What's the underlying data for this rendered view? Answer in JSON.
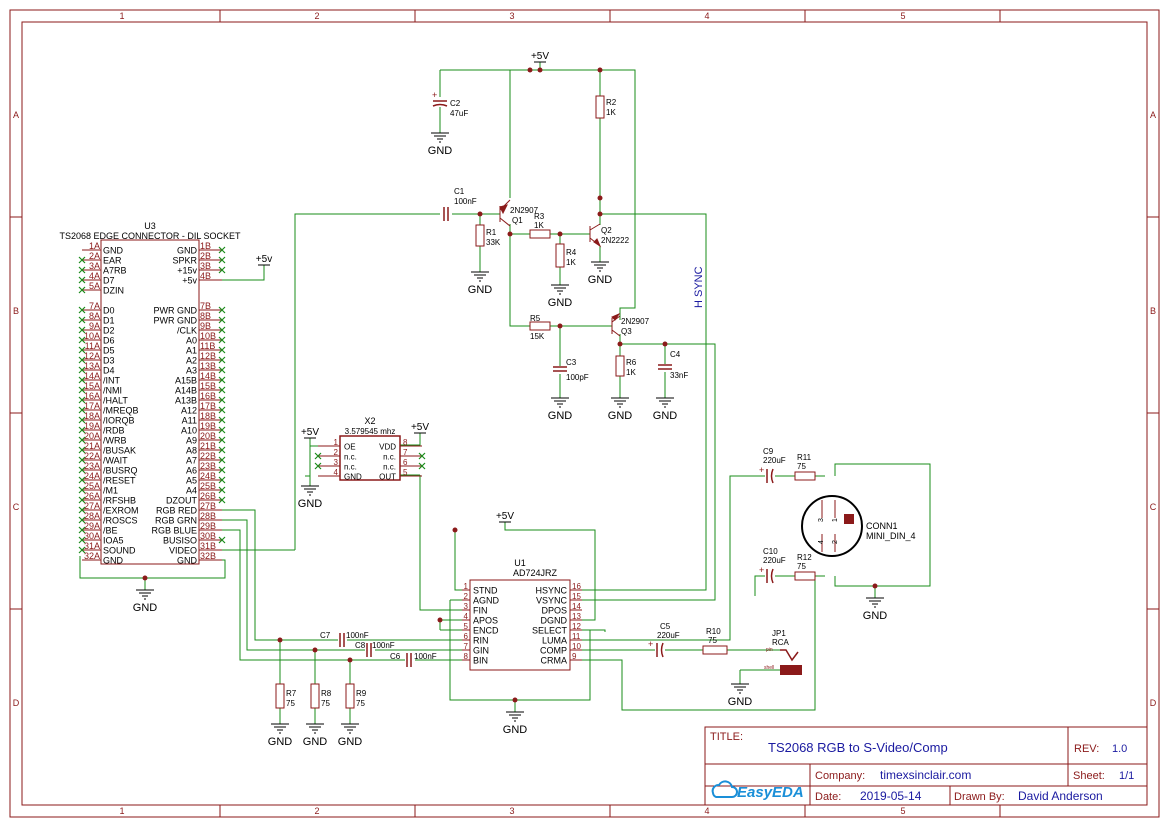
{
  "frame": {
    "col_labels": [
      "1",
      "2",
      "3",
      "4",
      "5"
    ],
    "row_labels": [
      "A",
      "B",
      "C",
      "D"
    ]
  },
  "title_block": {
    "title_caption": "TITLE:",
    "title": "TS2068 RGB to S-Video/Comp",
    "rev_caption": "REV:",
    "rev": "1.0",
    "company_caption": "Company:",
    "company": "timexsinclair.com",
    "sheet_caption": "Sheet:",
    "sheet": "1/1",
    "date_caption": "Date:",
    "date": "2019-05-14",
    "drawn_caption": "Drawn By:",
    "drawn": "David Anderson",
    "logo": "EasyEDA"
  },
  "connector": {
    "ref": "U3",
    "name": "TS2068 EDGE CONNECTOR - DIL SOCKET",
    "left_pins": [
      {
        "num": "1A",
        "name": "GND"
      },
      {
        "num": "2A",
        "name": "EAR"
      },
      {
        "num": "3A",
        "name": "A7RB"
      },
      {
        "num": "4A",
        "name": "D7"
      },
      {
        "num": "5A",
        "name": "DZIN"
      },
      {
        "num": "7A",
        "name": "D0"
      },
      {
        "num": "8A",
        "name": "D1"
      },
      {
        "num": "9A",
        "name": "D2"
      },
      {
        "num": "10A",
        "name": "D6"
      },
      {
        "num": "11A",
        "name": "D5"
      },
      {
        "num": "12A",
        "name": "D3"
      },
      {
        "num": "13A",
        "name": "D4"
      },
      {
        "num": "14A",
        "name": "/INT"
      },
      {
        "num": "15A",
        "name": "/NMI"
      },
      {
        "num": "16A",
        "name": "/HALT"
      },
      {
        "num": "17A",
        "name": "/MREQB"
      },
      {
        "num": "18A",
        "name": "/IORQB"
      },
      {
        "num": "19A",
        "name": "/RDB"
      },
      {
        "num": "20A",
        "name": "/WRB"
      },
      {
        "num": "21A",
        "name": "/BUSAK"
      },
      {
        "num": "22A",
        "name": "/WAIT"
      },
      {
        "num": "23A",
        "name": "/BUSRQ"
      },
      {
        "num": "24A",
        "name": "/RESET"
      },
      {
        "num": "25A",
        "name": "/M1"
      },
      {
        "num": "26A",
        "name": "/RFSHB"
      },
      {
        "num": "27A",
        "name": "/EXROM"
      },
      {
        "num": "28A",
        "name": "/ROSCS"
      },
      {
        "num": "29A",
        "name": "/BE"
      },
      {
        "num": "30A",
        "name": "IOA5"
      },
      {
        "num": "31A",
        "name": "SOUND"
      },
      {
        "num": "32A",
        "name": "GND"
      }
    ],
    "right_pins": [
      {
        "num": "1B",
        "name": "GND"
      },
      {
        "num": "2B",
        "name": "SPKR"
      },
      {
        "num": "3B",
        "name": "+15v"
      },
      {
        "num": "4B",
        "name": "+5v"
      },
      {
        "num": "7B",
        "name": "PWR GND"
      },
      {
        "num": "8B",
        "name": "PWR GND"
      },
      {
        "num": "9B",
        "name": "/CLK"
      },
      {
        "num": "10B",
        "name": "A0"
      },
      {
        "num": "11B",
        "name": "A1"
      },
      {
        "num": "12B",
        "name": "A2"
      },
      {
        "num": "13B",
        "name": "A3"
      },
      {
        "num": "14B",
        "name": "A15B"
      },
      {
        "num": "15B",
        "name": "A14B"
      },
      {
        "num": "16B",
        "name": "A13B"
      },
      {
        "num": "17B",
        "name": "A12"
      },
      {
        "num": "18B",
        "name": "A11"
      },
      {
        "num": "19B",
        "name": "A10"
      },
      {
        "num": "20B",
        "name": "A9"
      },
      {
        "num": "21B",
        "name": "A8"
      },
      {
        "num": "22B",
        "name": "A7"
      },
      {
        "num": "23B",
        "name": "A6"
      },
      {
        "num": "24B",
        "name": "A5"
      },
      {
        "num": "25B",
        "name": "A4"
      },
      {
        "num": "26B",
        "name": "DZOUT"
      },
      {
        "num": "27B",
        "name": "RGB RED"
      },
      {
        "num": "28B",
        "name": "RGB GRN"
      },
      {
        "num": "29B",
        "name": "RGB BLUE"
      },
      {
        "num": "30B",
        "name": "BUSISO"
      },
      {
        "num": "31B",
        "name": "VIDEO"
      },
      {
        "num": "32B",
        "name": "GND"
      }
    ]
  },
  "encoder": {
    "ref": "U1",
    "name": "AD724JRZ",
    "left_pins": [
      {
        "num": "1",
        "name": "STND"
      },
      {
        "num": "2",
        "name": "AGND"
      },
      {
        "num": "3",
        "name": "FIN"
      },
      {
        "num": "4",
        "name": "APOS"
      },
      {
        "num": "5",
        "name": "ENCD"
      },
      {
        "num": "6",
        "name": "RIN"
      },
      {
        "num": "7",
        "name": "GIN"
      },
      {
        "num": "8",
        "name": "BIN"
      }
    ],
    "right_pins": [
      {
        "num": "16",
        "name": "HSYNC"
      },
      {
        "num": "15",
        "name": "VSYNC"
      },
      {
        "num": "14",
        "name": "DPOS"
      },
      {
        "num": "13",
        "name": "DGND"
      },
      {
        "num": "12",
        "name": "SELECT"
      },
      {
        "num": "11",
        "name": "LUMA"
      },
      {
        "num": "10",
        "name": "COMP"
      },
      {
        "num": "9",
        "name": "CRMA"
      }
    ]
  },
  "oscillator": {
    "ref": "X2",
    "value": "3.579545 mhz",
    "left_pins": [
      {
        "num": "1",
        "name": "OE"
      },
      {
        "num": "2",
        "name": "n.c."
      },
      {
        "num": "3",
        "name": "n.c."
      },
      {
        "num": "4",
        "name": "GND"
      }
    ],
    "right_pins": [
      {
        "num": "8",
        "name": "VDD"
      },
      {
        "num": "7",
        "name": "n.c."
      },
      {
        "num": "6",
        "name": "n.c."
      },
      {
        "num": "5",
        "name": "OUT"
      }
    ]
  },
  "mini_din": {
    "ref": "CONN1",
    "value": "MINI_DIN_4",
    "pins": [
      "3",
      "1",
      "4",
      "2"
    ]
  },
  "rca": {
    "ref": "JP1",
    "value": "RCA",
    "pin_label": "pin",
    "shell_label": "shell"
  },
  "transistors": {
    "q1": {
      "ref": "Q1",
      "type": "2N2907"
    },
    "q2": {
      "ref": "Q2",
      "type": "2N2222"
    },
    "q3": {
      "ref": "Q3",
      "type": "2N2907"
    }
  },
  "resistors": {
    "r1": {
      "ref": "R1",
      "value": "33K"
    },
    "r2": {
      "ref": "R2",
      "value": "1K"
    },
    "r3": {
      "ref": "R3",
      "value": "1K"
    },
    "r4": {
      "ref": "R4",
      "value": "1K"
    },
    "r5": {
      "ref": "R5",
      "value": "15K"
    },
    "r6": {
      "ref": "R6",
      "value": "1K"
    },
    "r7": {
      "ref": "R7",
      "value": "75"
    },
    "r8": {
      "ref": "R8",
      "value": "75"
    },
    "r9": {
      "ref": "R9",
      "value": "75"
    },
    "r10": {
      "ref": "R10",
      "value": "75"
    },
    "r11": {
      "ref": "R11",
      "value": "75"
    },
    "r12": {
      "ref": "R12",
      "value": "75"
    }
  },
  "capacitors": {
    "c1": {
      "ref": "C1",
      "value": "100nF"
    },
    "c2": {
      "ref": "C2",
      "value": "47uF"
    },
    "c3": {
      "ref": "C3",
      "value": "100pF"
    },
    "c4": {
      "ref": "C4",
      "value": "33nF"
    },
    "c5": {
      "ref": "C5",
      "value": "220uF"
    },
    "c6": {
      "ref": "C6",
      "value": "100nF"
    },
    "c7": {
      "ref": "C7",
      "value": "100nF"
    },
    "c8": {
      "ref": "C8",
      "value": "100nF"
    },
    "c9": {
      "ref": "C9",
      "value": "220uF"
    },
    "c10": {
      "ref": "C10",
      "value": "220uF"
    }
  },
  "net_labels": {
    "hsync": "H SYNC"
  },
  "power": {
    "vcc": "+5V",
    "vcc_lower": "+5v",
    "gnd": "GND"
  }
}
